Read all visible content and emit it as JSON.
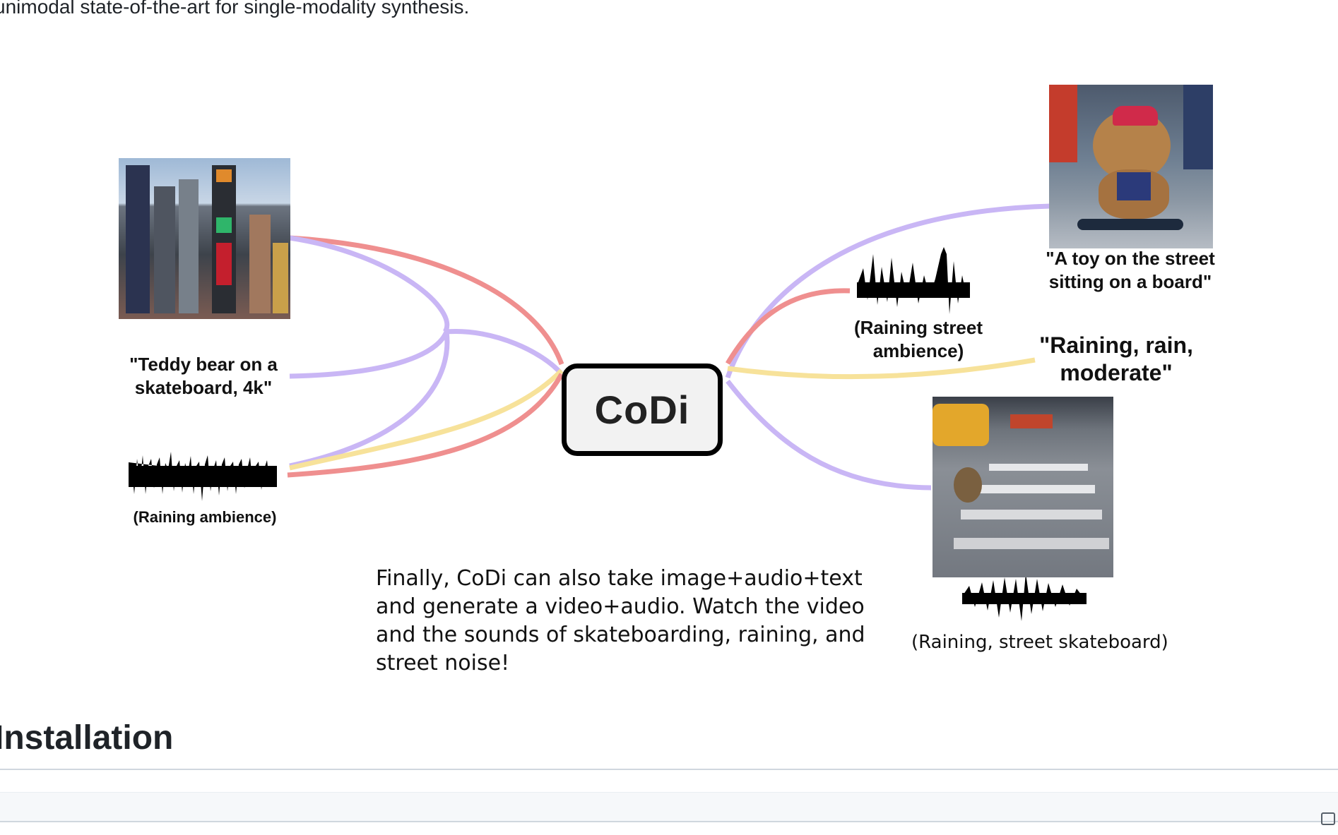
{
  "intro_text": "unimodal state-of-the-art for single-modality synthesis.",
  "diagram": {
    "center_label": "CoDi",
    "inputs": {
      "image_alt": "Times Square street photo",
      "text_prompt": "\"Teddy bear on a skateboard, 4k\"",
      "audio_label": "(Raining ambience)"
    },
    "outputs": {
      "image_text": "\"A toy on the street sitting on a board\"",
      "audio_label": "(Raining street ambience)",
      "text_output": "\"Raining, rain, moderate\"",
      "video_audio_label": "(Raining, street skateboard)"
    },
    "colors": {
      "purple": "#c9b6f5",
      "red": "#ef8f8f",
      "yellow": "#f7e29a"
    }
  },
  "caption": "Finally, CoDi can also take image+audio+text and generate a video+audio. Watch the video and the sounds of skateboarding, raining, and street noise!",
  "section_heading": "Installation"
}
